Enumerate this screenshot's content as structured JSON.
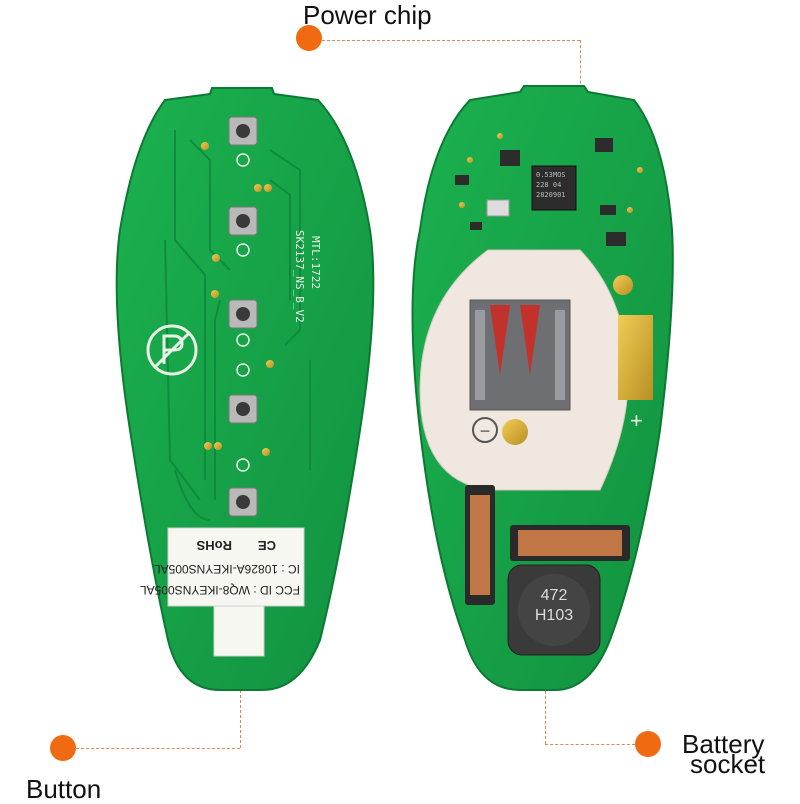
{
  "callouts": {
    "power_chip": "Power chip",
    "button": "Button",
    "battery_socket_line1": "Battery",
    "battery_socket_line2": "socket"
  },
  "front_board": {
    "silk_model": "SK2137_NS_B_V2",
    "silk_mtl": "MTL:1722",
    "label": {
      "rohs": "RoHS",
      "ce": "CE",
      "ic": "IC : 10826A-IKEYNS005AL",
      "fcc": "FCC ID : WQ8-IKEYNS005AL"
    }
  },
  "back_board": {
    "chip_line1": "0.53MOS",
    "chip_line2": "228 04",
    "chip_line3": "2820901",
    "inductor_line1": "472",
    "inductor_line2": "H103",
    "plus_sign": "+",
    "minus_sign": "−"
  },
  "colors": {
    "pcb_green": "#17a24a",
    "pcb_dark": "#0f8a3c",
    "callout_dot": "#f06a12",
    "pad_gold": "#d8b23c"
  }
}
